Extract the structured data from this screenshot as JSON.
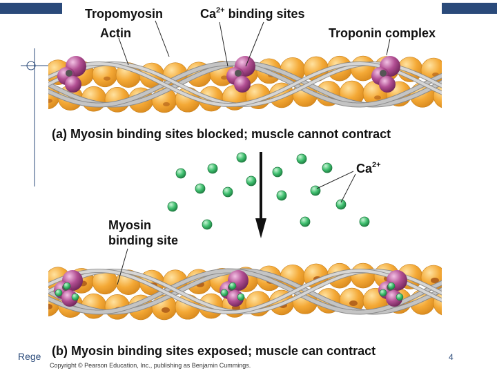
{
  "labels": {
    "tropomyosin": "Tropomyosin",
    "ca_binding_prefix": "Ca",
    "ca_binding_sup": "2+",
    "ca_binding_suffix": " binding sites",
    "actin": "Actin",
    "troponin_complex": "Troponin complex",
    "caption_a": "(a) Myosin binding sites blocked; muscle cannot contract",
    "ca_ion_prefix": "Ca",
    "ca_ion_sup": "2+",
    "myosin_line1": "Myosin",
    "myosin_line2": "binding site",
    "caption_b": "(b) Myosin binding sites exposed; muscle can contract",
    "copyright": "Copyright © Pearson Education, Inc., publishing as Benjamin Cummings.",
    "footer_left": "Rege",
    "footer_right": "4"
  },
  "colors": {
    "actin_fill": "#f2a733",
    "actin_highlight": "#ffd27a",
    "actin_edge": "#c77f1a",
    "binding_site": "#b5651d",
    "tropomyosin": "#c4c4c4",
    "tropomyosin_edge": "#8a8a8a",
    "troponin": "#a23b80",
    "troponin_light": "#d98bc3",
    "troponin_dark": "#6e2457",
    "calcium": "#3fbf6f",
    "calcium_edge": "#1d7a3f",
    "slide_frame": "#2a4a7a",
    "arrow": "#111111"
  }
}
